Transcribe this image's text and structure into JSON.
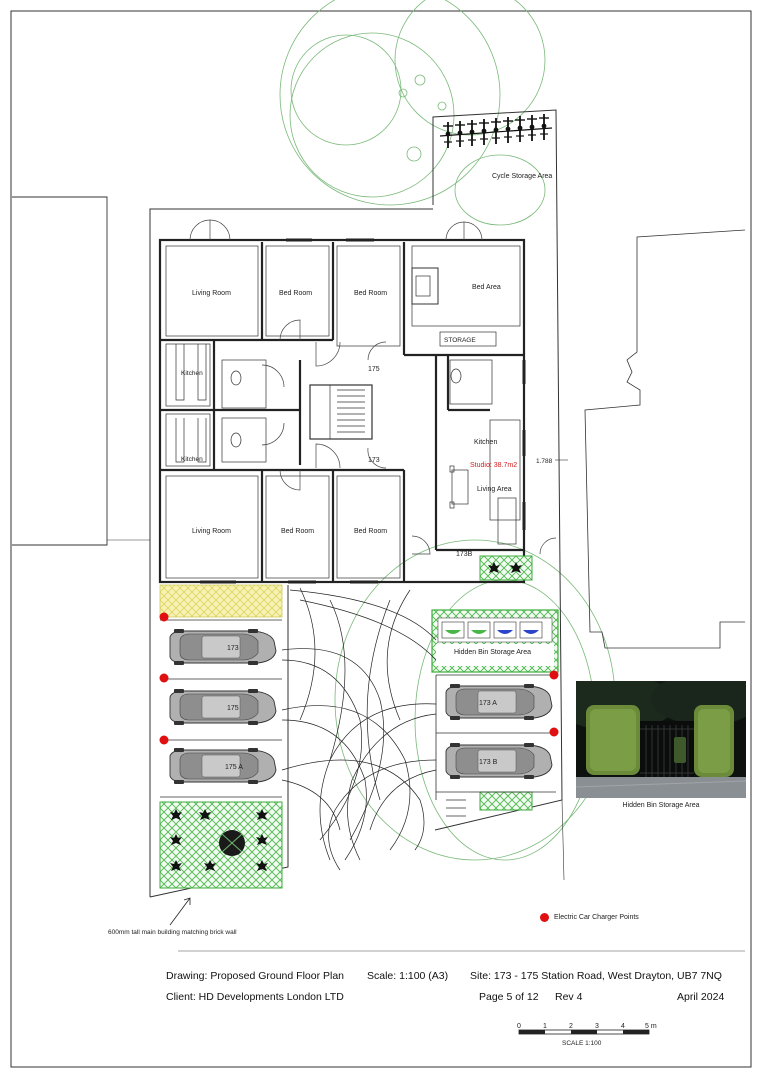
{
  "plan": {
    "rooms": {
      "living_room_top": "Living Room",
      "bed_room_top_1": "Bed Room",
      "bed_room_top_2": "Bed Room",
      "bed_area": "Bed Area",
      "storage": "STORAGE",
      "kitchen_top": "Kitchen",
      "kitchen_bottom": "Kitchen",
      "kitchen_studio": "Kitchen",
      "living_area": "Living Area",
      "living_room_bottom": "Living Room",
      "bed_room_bottom_1": "Bed Room",
      "bed_room_bottom_2": "Bed Room"
    },
    "unit_numbers": {
      "upper": "175",
      "lower": "173",
      "side": "173B"
    },
    "studio_area": "Studio: 38.7m2",
    "dimension_label": "1.788",
    "cycle_storage": "Cycle Storage Area",
    "hidden_bin_label": "Hidden Bin Storage Area",
    "parking_bays": [
      "173",
      "175",
      "175 A",
      "173 A",
      "173 B"
    ],
    "wall_note": "600mm tall main building matching brick wall",
    "legend_charger": "Electric Car Charger Points",
    "colors": {
      "charger": "#e01010",
      "landscape": "#3cae3c",
      "tree_outline": "#6fb56f",
      "studio_text": "#d62020",
      "hatch_yellow": "#f1ec9c"
    }
  },
  "photo": {
    "caption": "Hidden Bin Storage Area"
  },
  "title_block": {
    "drawing": "Drawing: Proposed Ground Floor Plan",
    "scale": "Scale: 1:100 (A3)",
    "site": "Site: 173 - 175 Station Road, West Drayton, UB7 7NQ",
    "client": "Client: HD Developments London LTD",
    "page": "Page 5 of 12",
    "rev": "Rev 4",
    "date": "April 2024"
  },
  "scale_bar": {
    "ticks": [
      "0",
      "1",
      "2",
      "3",
      "4",
      "5 m"
    ],
    "label": "SCALE 1:100"
  }
}
